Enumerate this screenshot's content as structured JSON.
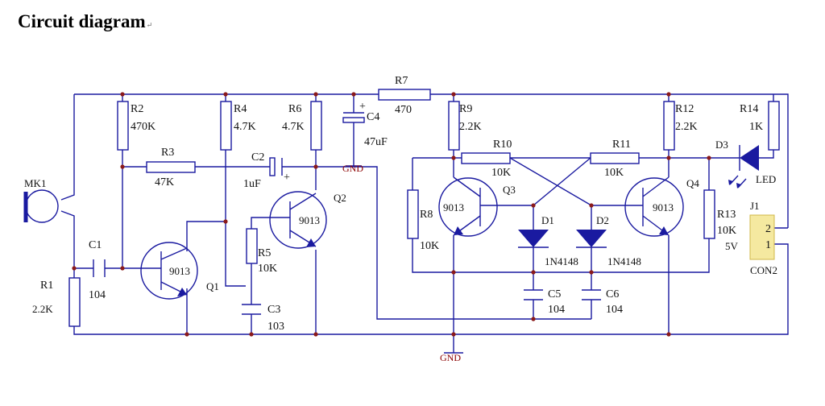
{
  "title": "Circuit diagram",
  "title_mark": "↵",
  "components": {
    "r1": {
      "ref": "R1",
      "value": "2.2K"
    },
    "r2": {
      "ref": "R2",
      "value": "470K"
    },
    "r3": {
      "ref": "R3",
      "value": "47K"
    },
    "r4": {
      "ref": "R4",
      "value": "4.7K"
    },
    "r5": {
      "ref": "R5",
      "value": "10K"
    },
    "r6": {
      "ref": "R6",
      "value": "4.7K"
    },
    "r7": {
      "ref": "R7",
      "value": "470"
    },
    "r8": {
      "ref": "R8",
      "value": "10K"
    },
    "r9": {
      "ref": "R9",
      "value": "2.2K"
    },
    "r10": {
      "ref": "R10",
      "value": "10K"
    },
    "r11": {
      "ref": "R11",
      "value": "10K"
    },
    "r12": {
      "ref": "R12",
      "value": "2.2K"
    },
    "r13": {
      "ref": "R13",
      "value": "10K"
    },
    "r14": {
      "ref": "R14",
      "value": "1K"
    },
    "c1": {
      "ref": "C1",
      "value": "104"
    },
    "c2": {
      "ref": "C2",
      "value": "1uF"
    },
    "c3": {
      "ref": "C3",
      "value": "103"
    },
    "c4": {
      "ref": "C4",
      "value": "47uF"
    },
    "c5": {
      "ref": "C5",
      "value": "104"
    },
    "c6": {
      "ref": "C6",
      "value": "104"
    },
    "q1": {
      "ref": "Q1",
      "value": "9013"
    },
    "q2": {
      "ref": "Q2",
      "value": "9013"
    },
    "q3": {
      "ref": "Q3",
      "value": "9013"
    },
    "q4": {
      "ref": "Q4",
      "value": "9013"
    },
    "d1": {
      "ref": "D1",
      "value": "1N4148"
    },
    "d2": {
      "ref": "D2",
      "value": "1N4148"
    },
    "d3": {
      "ref": "D3",
      "value": "LED"
    },
    "mk1": {
      "ref": "MK1"
    },
    "j1": {
      "ref": "J1",
      "value": "CON2",
      "pins": [
        "2",
        "1"
      ],
      "voltage": "5V"
    }
  },
  "gnd_label": "GND",
  "plus_sign": "+",
  "colors": {
    "wire": "#1a1aa0",
    "junction": "#8b1a1a",
    "ground_text": "#8b0000",
    "connector": "#f5e9a0"
  }
}
